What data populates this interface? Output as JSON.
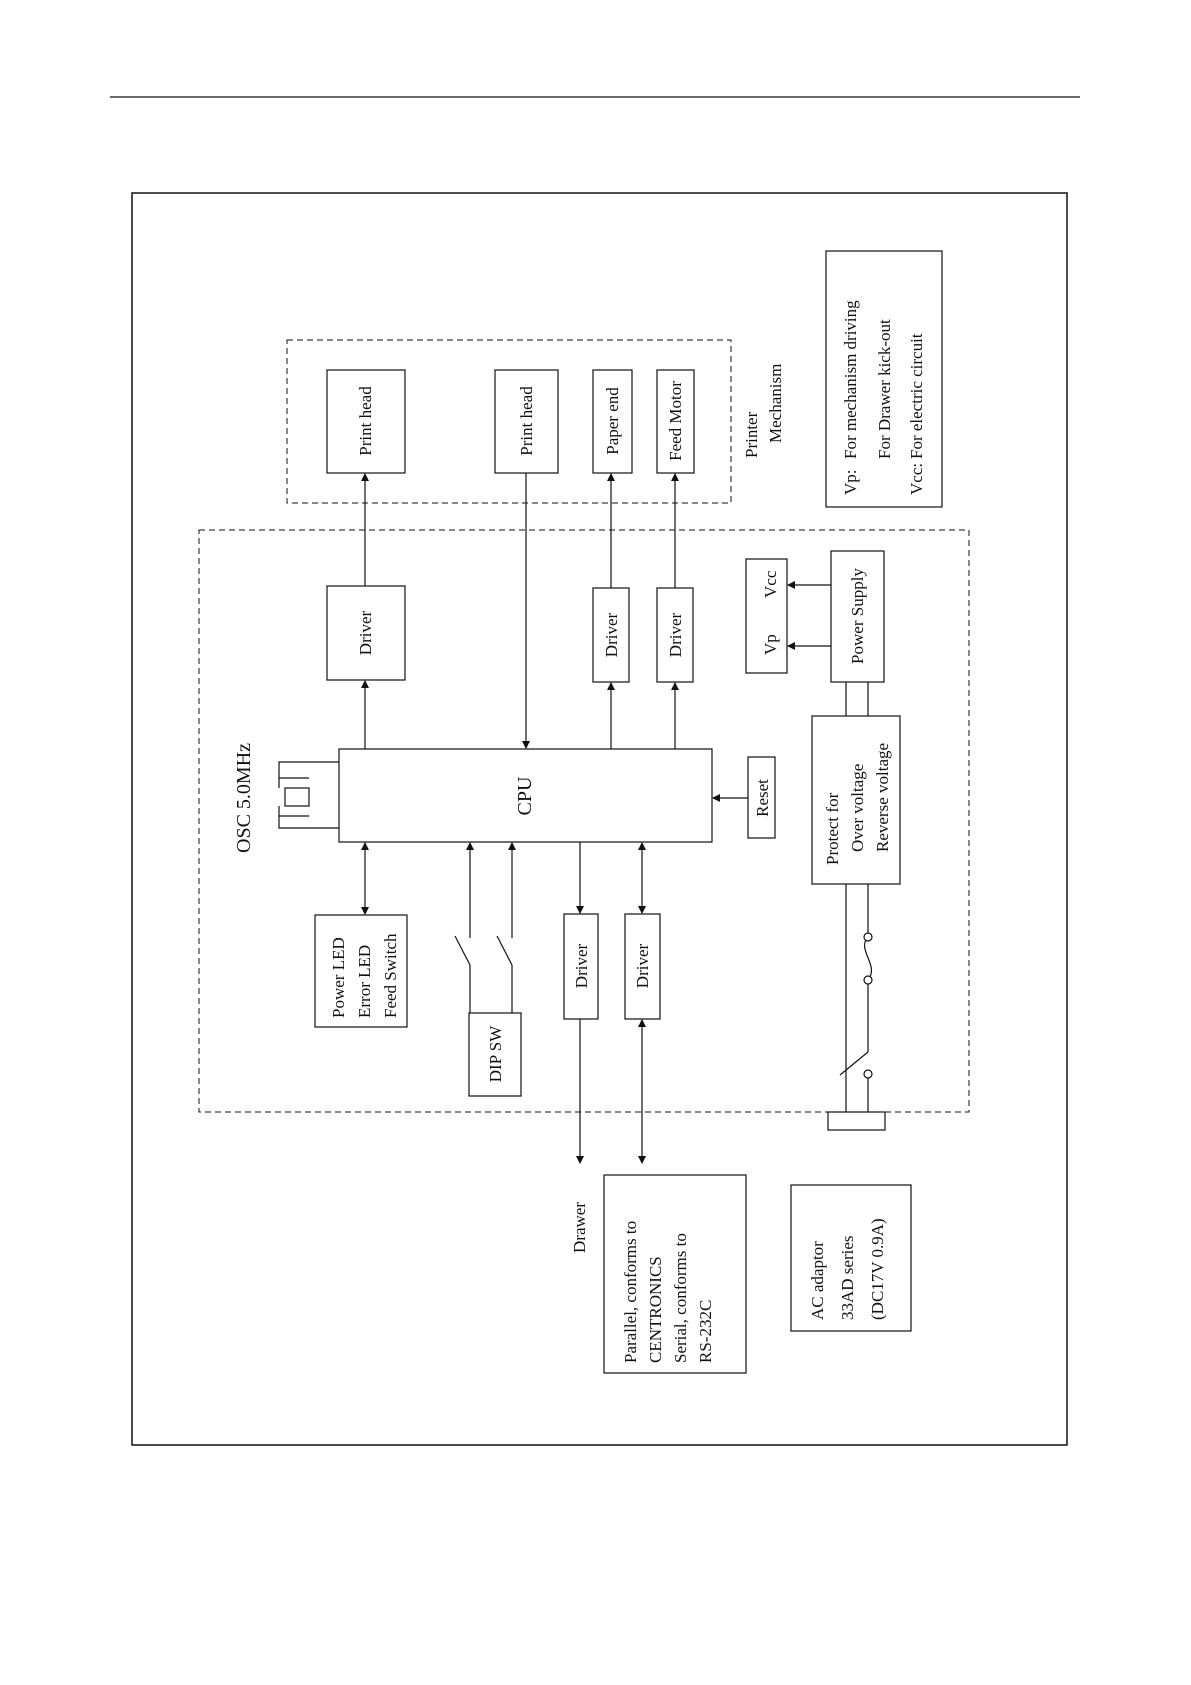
{
  "diagram": {
    "orientation": "rotated 90° counter-clockwise on the page",
    "blocks": {
      "print_head_1": "Print head",
      "print_head_2": "Print head",
      "paper_end": "Paper end",
      "feed_motor": "Feed Motor",
      "printer_mechanism": [
        "Printer",
        "Mechanism"
      ],
      "driver_print_head": "Driver",
      "driver_paper_end": "Driver",
      "driver_feed_motor": "Driver",
      "driver_drawer": "Driver",
      "driver_interface": "Driver",
      "cpu": "CPU",
      "reset": "Reset",
      "osc": "OSC 5.0MHz",
      "panel": [
        "Power LED",
        "Error LED",
        "Feed Switch"
      ],
      "dip_sw": "DIP SW",
      "vp": "Vp",
      "vcc": "Vcc",
      "power_supply": "Power Supply",
      "protect": [
        "Protect for",
        "Over voltage",
        "Reverse voltage"
      ],
      "drawer": "Drawer",
      "interface": [
        "Parallel, conforms to",
        "CENTRONICS",
        "Serial, conforms to",
        "RS-232C"
      ],
      "ac_adaptor": [
        "AC adaptor",
        "33AD series",
        "(DC17V  0.9A)"
      ]
    },
    "legend": [
      {
        "key": "Vp:",
        "text": "For mechanism driving"
      },
      {
        "key": "",
        "text": "For Drawer kick-out"
      },
      {
        "key": "Vcc:",
        "text": "For electric circuit"
      }
    ]
  }
}
